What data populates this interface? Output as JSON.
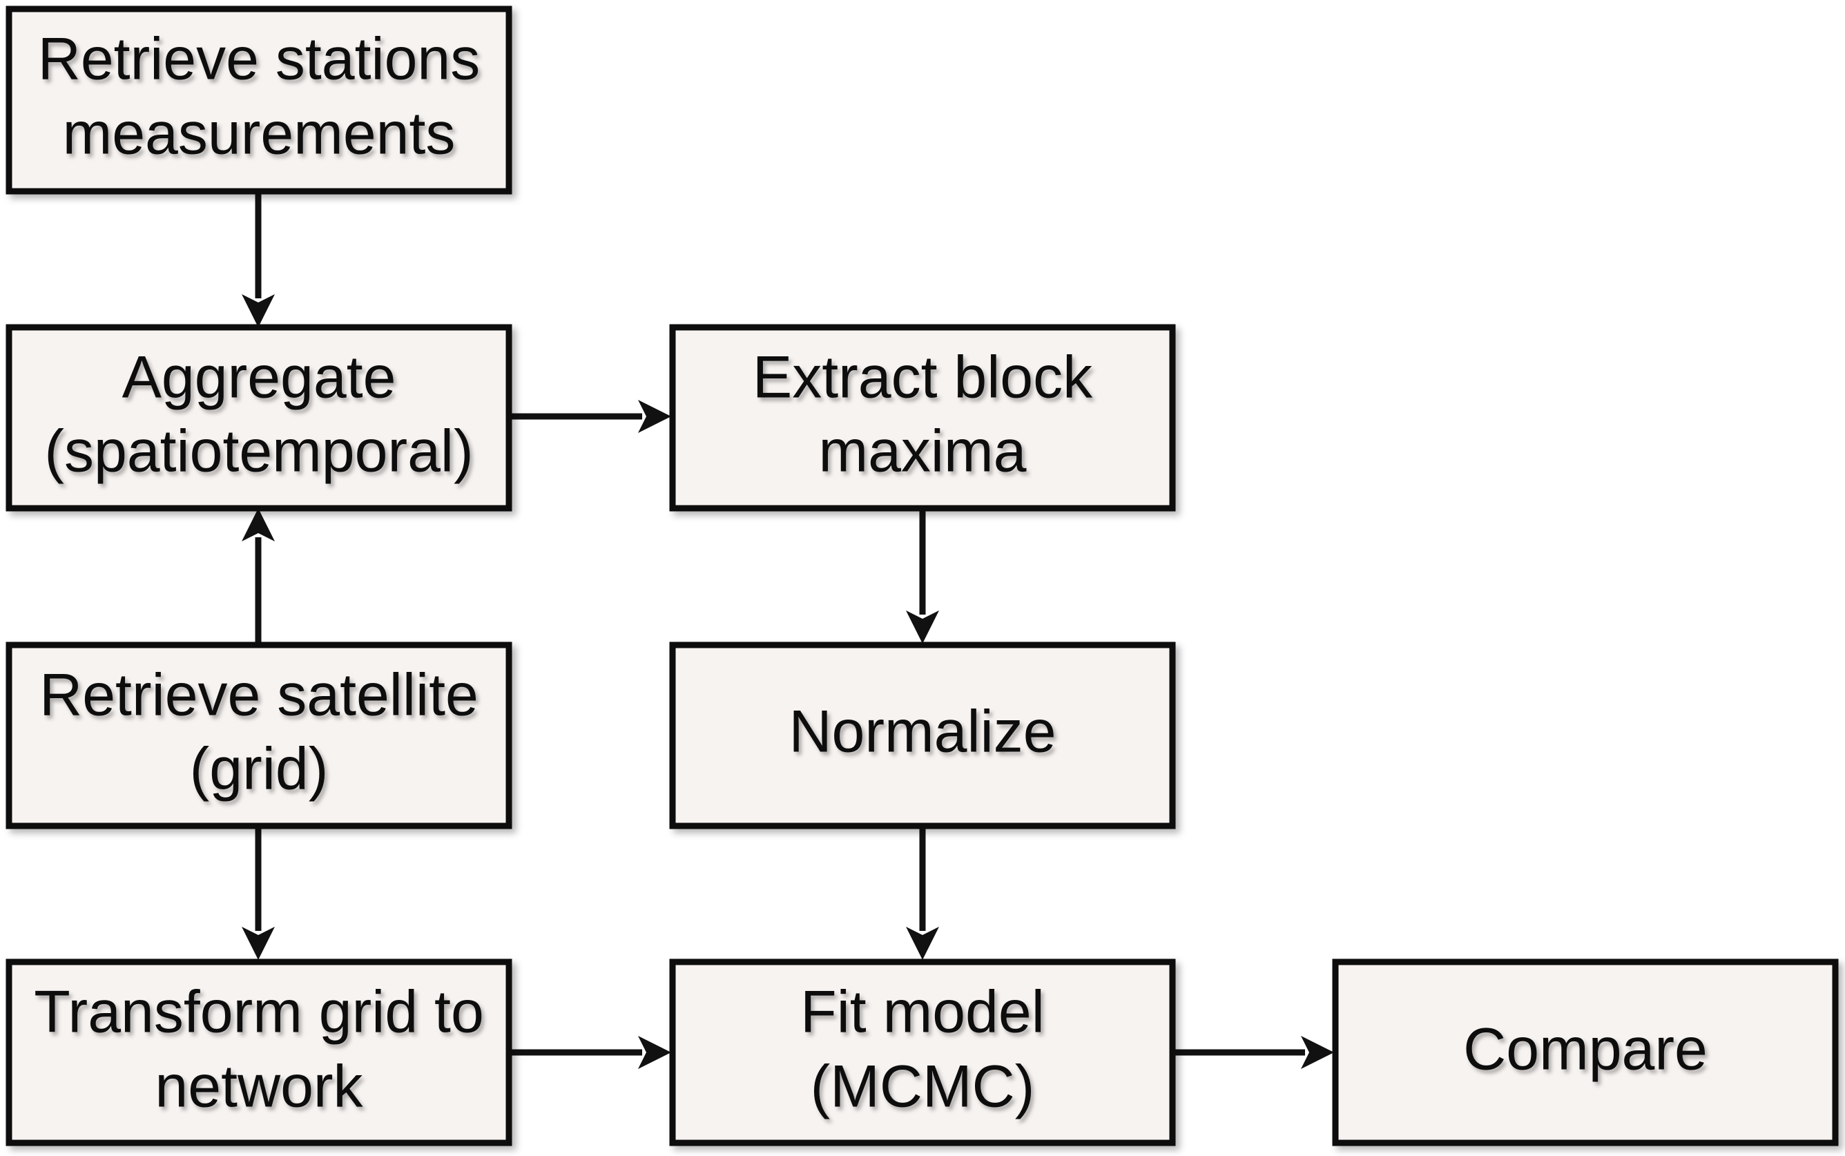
{
  "diagram": {
    "nodes": {
      "retrieve_stations": {
        "line1": "Retrieve stations",
        "line2": "measurements"
      },
      "aggregate": {
        "line1": "Aggregate",
        "line2": "(spatiotemporal)"
      },
      "retrieve_satellite": {
        "line1": "Retrieve satellite",
        "line2": "(grid)"
      },
      "transform_grid": {
        "line1": "Transform grid to",
        "line2": "network"
      },
      "extract_block": {
        "line1": "Extract block",
        "line2": "maxima"
      },
      "normalize": {
        "line1": "Normalize"
      },
      "fit_model": {
        "line1": "Fit model",
        "line2": "(MCMC)"
      },
      "compare": {
        "line1": "Compare"
      }
    },
    "edges": [
      {
        "from": "retrieve_stations",
        "to": "aggregate"
      },
      {
        "from": "retrieve_satellite",
        "to": "aggregate"
      },
      {
        "from": "retrieve_satellite",
        "to": "transform_grid"
      },
      {
        "from": "aggregate",
        "to": "extract_block"
      },
      {
        "from": "extract_block",
        "to": "normalize"
      },
      {
        "from": "normalize",
        "to": "fit_model"
      },
      {
        "from": "transform_grid",
        "to": "fit_model"
      },
      {
        "from": "fit_model",
        "to": "compare"
      }
    ],
    "colors": {
      "box_fill": "#f7f3f1",
      "box_stroke": "#111111",
      "text": "#111111",
      "arrow": "#111111",
      "background": "#ffffff"
    }
  }
}
